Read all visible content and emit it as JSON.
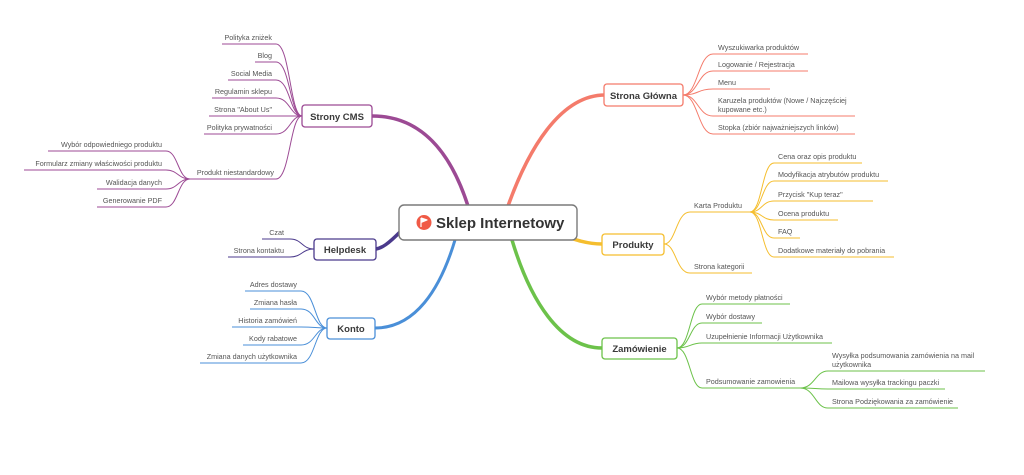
{
  "root": {
    "title": "Sklep Internetowy",
    "icon": "flag-icon",
    "icon_color": "#f05a46"
  },
  "branches": {
    "strona_glowna": {
      "label": "Strona Główna",
      "color": "#f47b6b",
      "items": [
        "Wyszukiwarka produktów",
        "Logowanie / Rejestracja",
        "Menu",
        "Karuzela produktów (Nowe / Najczęściej",
        "kupowane etc.)",
        "Stopka (zbiór najważniejszych linków)"
      ]
    },
    "produkty": {
      "label": "Produkty",
      "color": "#f5be2e",
      "karta_label": "Karta Produktu",
      "karta_items": [
        "Cena oraz opis produktu",
        "Modyfikacja atrybutów produktu",
        "Przycisk \"Kup teraz\"",
        "Ocena produktu",
        "FAQ",
        "Dodatkowe materiały do pobrania"
      ],
      "kategorii_label": "Strona kategorii"
    },
    "zamowienie": {
      "label": "Zamówienie",
      "color": "#6cc24a",
      "items": [
        "Wybór metody płatności",
        "Wybór dostawy",
        "Uzupełnienie Informacji Użytkownika"
      ],
      "podsumowanie_label": "Podsumowanie zamowienia",
      "podsumowanie_items": [
        "Wysyłka podsumowania zamówienia na mail",
        "użytkownika",
        "Mailowa wysyłka trackingu paczki",
        "Strona Podziękowania za zamówienie"
      ]
    },
    "strony_cms": {
      "label": "Strony CMS",
      "color": "#9c4a94",
      "items": [
        "Polityka zniżek",
        "Blog",
        "Social Media",
        "Regulamin sklepu",
        "Strona \"About Us\"",
        "Polityka prywatności"
      ],
      "produkt_label": "Produkt niestandardowy",
      "produkt_items": [
        "Wybór odpowiedniego produktu",
        "Formularz zmiany właściwości produktu",
        "Walidacja danych",
        "Generowanie PDF"
      ]
    },
    "helpdesk": {
      "label": "Helpdesk",
      "color": "#4b3a8c",
      "items": [
        "Czat",
        "Strona kontaktu"
      ]
    },
    "konto": {
      "label": "Konto",
      "color": "#4a8fd8",
      "items": [
        "Adres dostawy",
        "Zmiana hasła",
        "Historia zamówień",
        "Kody rabatowe",
        "Zmiana danych użytkownika"
      ]
    }
  }
}
